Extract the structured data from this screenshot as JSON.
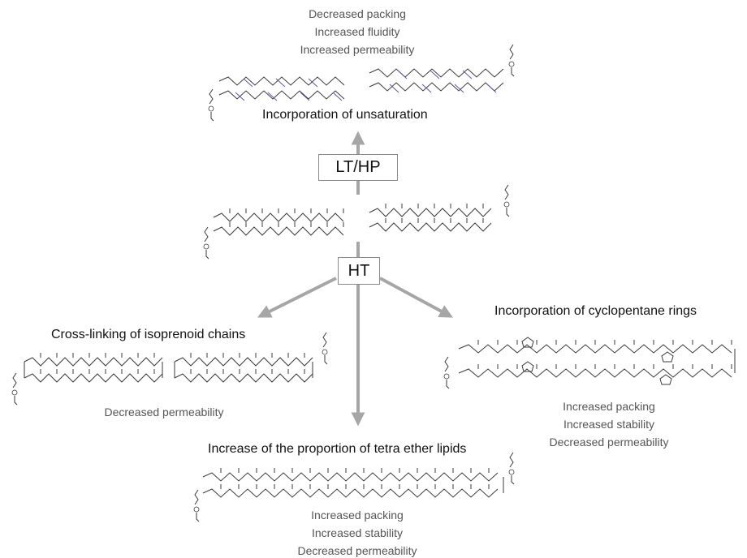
{
  "top": {
    "effects": [
      "Decreased packing",
      "Increased fluidity",
      "Increased permeability"
    ],
    "title": "Incorporation of unsaturation"
  },
  "condition_low": "LT/HP",
  "condition_high": "HT",
  "left": {
    "title": "Cross-linking of isoprenoid chains",
    "effects": [
      "Decreased permeability"
    ]
  },
  "right": {
    "title": "Incorporation of cyclopentane rings",
    "effects": [
      "Increased packing",
      "Increased stability",
      "Decreased permeability"
    ]
  },
  "bottom": {
    "title": "Increase of the proportion  of tetra ether lipids",
    "effects": [
      "Increased packing",
      "Increased stability",
      "Decreased permeability"
    ]
  },
  "colors": {
    "arrow": "#a6a6a6",
    "structure": "#3a3a3a",
    "double_bond": "#5a5aa8",
    "box_border": "#8a8a8a"
  }
}
